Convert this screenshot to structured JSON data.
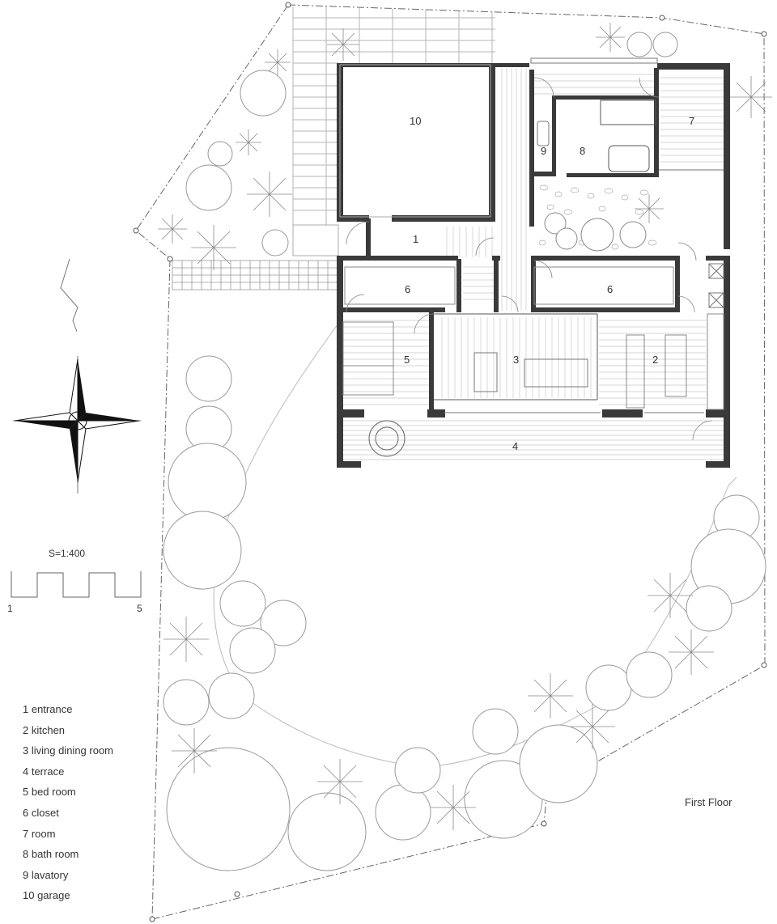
{
  "floor_label": "First Floor",
  "scale": {
    "label": "S=1:400",
    "min": "1",
    "max": "5"
  },
  "legend": [
    "1 entrance",
    "2 kitchen",
    "3 living dining room",
    "4 terrace",
    "5 bed room",
    "6 closet",
    "7 room",
    "8 bath room",
    "9 lavatory",
    "10 garage"
  ],
  "room_numbers": {
    "garage": "10",
    "room": "7",
    "lavatory": "9",
    "bath": "8",
    "entrance": "1",
    "closet_left": "6",
    "closet_right": "6",
    "bedroom": "5",
    "living": "3",
    "kitchen": "2",
    "terrace": "4"
  },
  "colors": {
    "wall": "#3a3a3a",
    "line": "#9a9a9a",
    "text": "#333333"
  },
  "icons": [
    "compass-rose-icon",
    "tree-icon",
    "palm-icon"
  ]
}
